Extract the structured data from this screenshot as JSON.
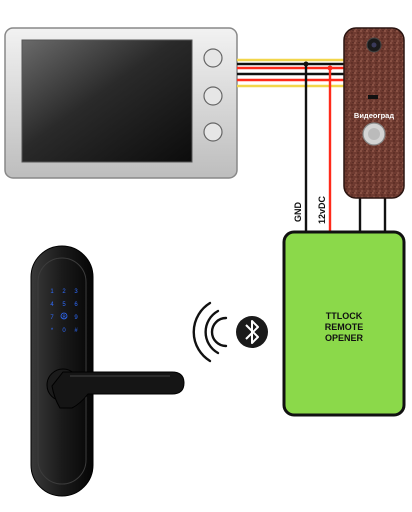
{
  "monitor": {
    "buttons": 3
  },
  "doorbell": {
    "brand": "Видеоград"
  },
  "wires": {
    "gnd_label": "GND",
    "power_label": "12vDC"
  },
  "module": {
    "line1": "TTLOCK",
    "line2": "REMOTE",
    "line3": "OPENER",
    "color": "#8bd94a"
  },
  "lock": {
    "keypad": [
      "1",
      "2",
      "3",
      "4",
      "5",
      "6",
      "7",
      "8",
      "9",
      "*",
      "0",
      "#"
    ],
    "key_color": "#2f6cff"
  },
  "wireless": {
    "icon": "bluetooth-icon"
  }
}
